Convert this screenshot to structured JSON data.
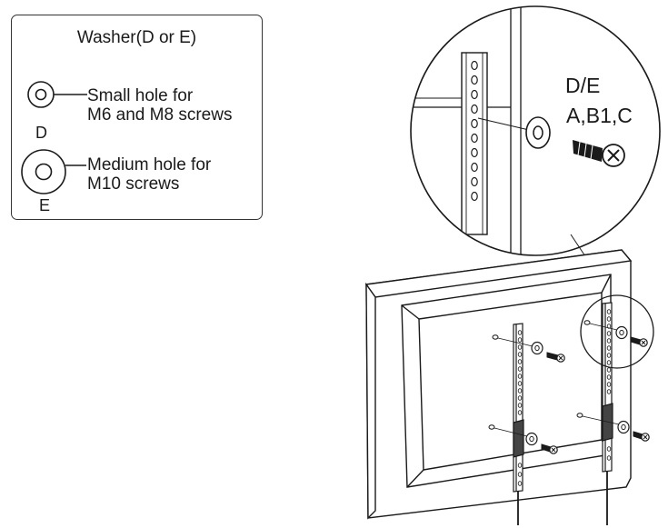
{
  "legend": {
    "title": "Washer(D or E)",
    "small": {
      "letter": "D",
      "line1": "Small hole for",
      "line2": "M6 and M8 screws"
    },
    "medium": {
      "letter": "E",
      "line1": "Medium hole for",
      "line2": "M10 screws"
    }
  },
  "callout": {
    "washer_label": "D/E",
    "screw_label": "A,B1,C"
  },
  "colors": {
    "line": "#1a1a1a",
    "background": "#ffffff"
  }
}
